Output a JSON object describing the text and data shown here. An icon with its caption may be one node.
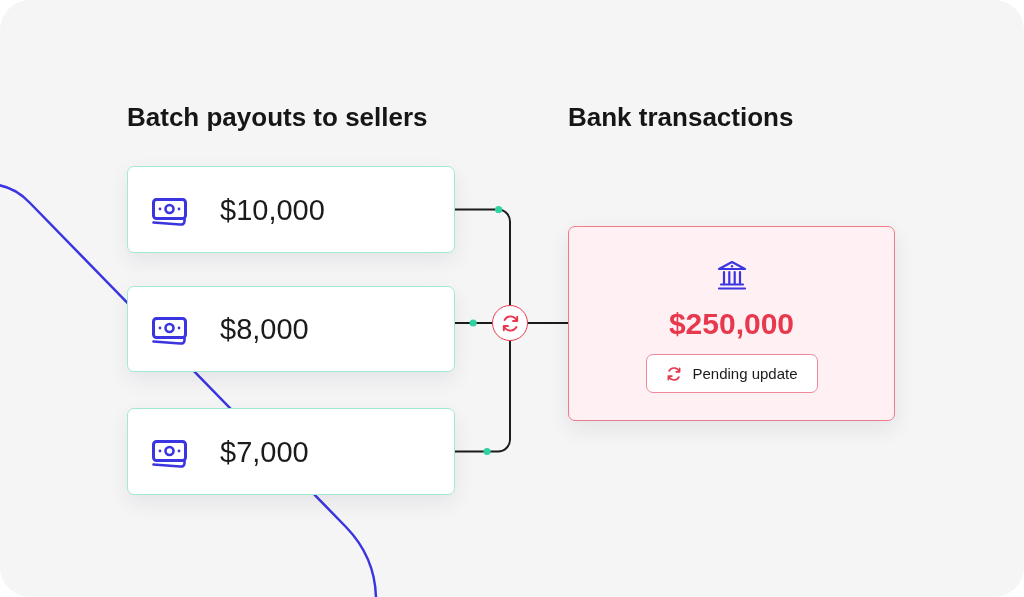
{
  "diagram": {
    "nodes": [
      {
        "text": [
          "$10,000"
        ]
      },
      {
        "text": [
          "$8,000"
        ]
      },
      {
        "text": [
          "$7,000"
        ]
      },
      {
        "text": [],
        "shape": "circle"
      },
      {
        "text": [
          "$250,000"
        ]
      },
      {
        "text": [
          "Pending update"
        ],
        "in": 4
      }
    ],
    "edges": [
      {
        "from": 0,
        "to": 3,
        "arrow": "none"
      },
      {
        "from": 1,
        "to": 3,
        "arrow": "none"
      },
      {
        "from": 2,
        "to": 3,
        "arrow": "none"
      },
      {
        "from": 3,
        "to": 4,
        "arrow": "none"
      }
    ],
    "labels": [
      "Batch payouts to sellers",
      "Bank transactions"
    ]
  }
}
